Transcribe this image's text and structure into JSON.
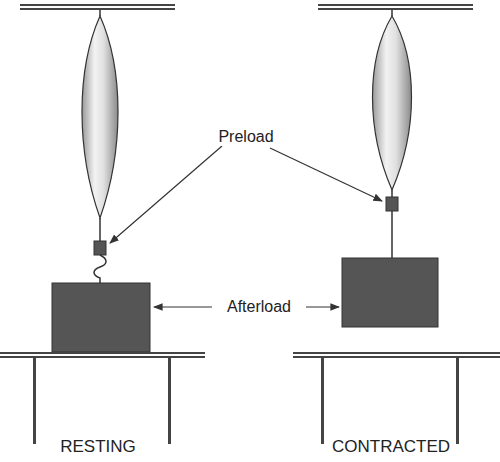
{
  "diagram": {
    "labels": [
      "Preload",
      "Afterload",
      "RESTING",
      "CONTRACTED"
    ]
  }
}
